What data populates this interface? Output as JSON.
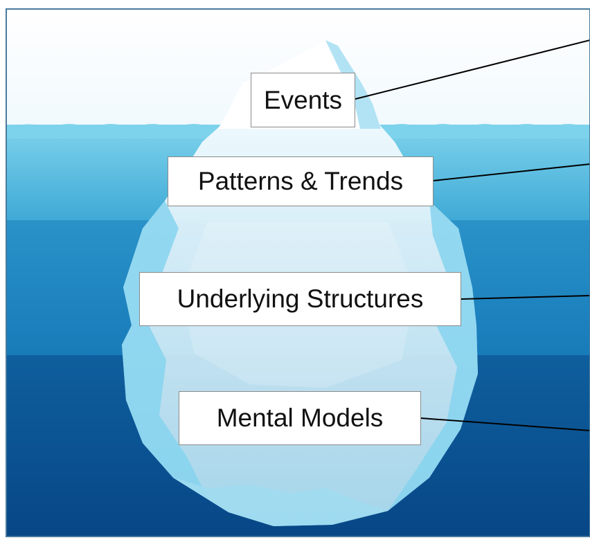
{
  "diagram": {
    "levels": [
      {
        "label": "Events"
      },
      {
        "label": "Patterns & Trends"
      },
      {
        "label": "Underlying Structures"
      },
      {
        "label": "Mental Models"
      }
    ]
  },
  "colors": {
    "sky": "#f4fbff",
    "water_surface": "#6ccbe8",
    "water_mid": "#1f8fc4",
    "water_deep": "#0d5c99",
    "water_bottom": "#05306b",
    "ice_light": "#eef8fd",
    "ice_mid": "#bfe6f5",
    "ice_shadow": "#7fd0ec",
    "frame_border": "#4a7a9c",
    "leader_line": "#000000"
  }
}
